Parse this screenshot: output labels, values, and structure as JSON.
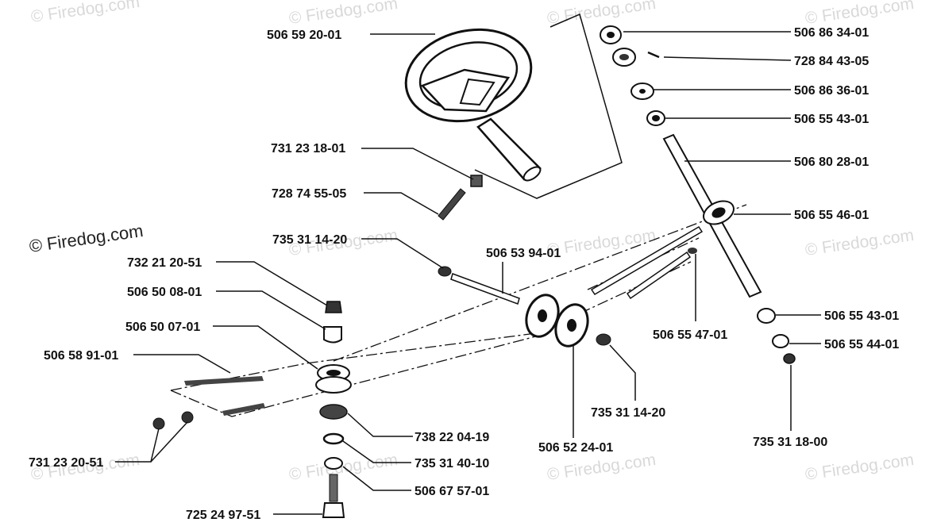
{
  "watermark": "© Firedog.com",
  "part_labels": {
    "p01": "506 59 20-01",
    "p02": "731 23 18-01",
    "p03": "728 74 55-05",
    "p04": "735 31 14-20",
    "p05": "506 53 94-01",
    "p06": "732 21 20-51",
    "p07": "506 50 08-01",
    "p08": "506 50 07-01",
    "p09": "506 58 91-01",
    "p10": "731 23 20-51",
    "p11": "738 22 04-19",
    "p12": "735 31 40-10",
    "p13": "506 67 57-01",
    "p14": "725 24 97-51",
    "p15": "506 52 24-01",
    "p16": "735 31 14-20",
    "p17": "506 55 47-01",
    "p18": "506 86 34-01",
    "p19": "728 84 43-05",
    "p20": "506 86 36-01",
    "p21": "506 55 43-01",
    "p22": "506 80 28-01",
    "p23": "506 55 46-01",
    "p24": "506 55 43-01",
    "p25": "506 55 44-01",
    "p26": "735 31 18-00"
  }
}
